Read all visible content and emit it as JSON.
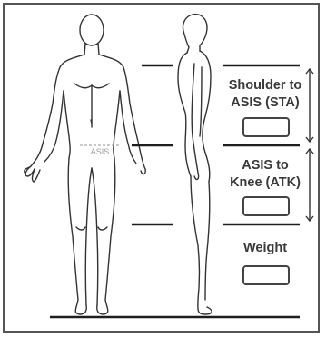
{
  "labels": {
    "sta_line1": "Shoulder to",
    "sta_line2": "ASIS (STA)",
    "atk_line1": "ASIS to",
    "atk_line2": "Knee (ATK)",
    "weight": "Weight",
    "asis_marker": "ASIS"
  },
  "icons": [
    "front-body-figure",
    "side-body-figure",
    "double-arrow-icon"
  ]
}
